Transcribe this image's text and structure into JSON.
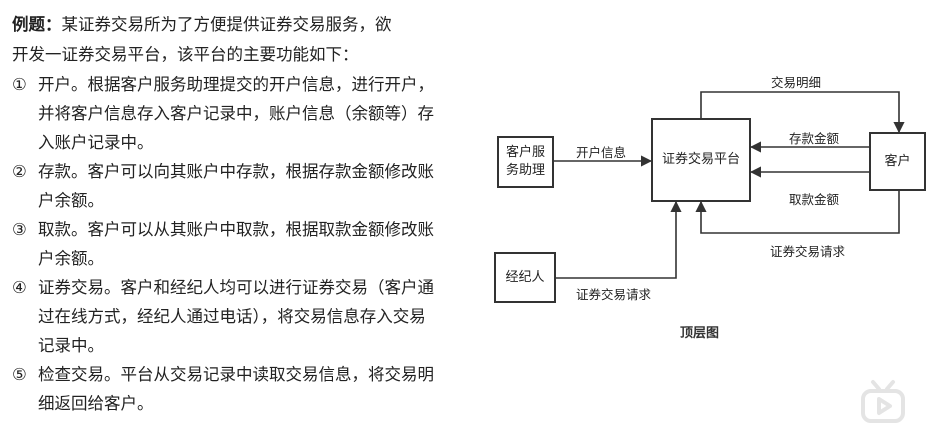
{
  "problem": {
    "label": "例题：",
    "intro_rest": "某证券交易所为了方便提供证券交易服务，欲",
    "intro_line2": "开发一证券交易平台，该平台的主要功能如下：",
    "items": [
      {
        "num": "①",
        "text": "开户。根据客户服务助理提交的开户信息，进行开户，并将客户信息存入客户记录中，账户信息（余额等）存入账户记录中。"
      },
      {
        "num": "②",
        "text": "存款。客户可以向其账户中存款，根据存款金额修改账户余额。"
      },
      {
        "num": "③",
        "text": "取款。客户可以从其账户中取款，根据取款金额修改账户余额。"
      },
      {
        "num": "④",
        "text": "证券交易。客户和经纪人均可以进行证券交易（客户通过在线方式，经纪人通过电话），将交易信息存入交易记录中。"
      },
      {
        "num": "⑤",
        "text": "检查交易。平台从交易记录中读取交易信息，将交易明细返回给客户。"
      }
    ]
  },
  "diagram": {
    "nodes": {
      "assistant": "客户服务助理",
      "platform": "证券交易平台",
      "customer": "客户",
      "broker": "经纪人"
    },
    "flows": {
      "open_info": "开户信息",
      "deposit": "存款金额",
      "withdraw": "取款金额",
      "trade_detail": "交易明细",
      "customer_trade_req": "证券交易请求",
      "broker_trade_req": "证券交易请求"
    },
    "caption": "顶层图"
  }
}
